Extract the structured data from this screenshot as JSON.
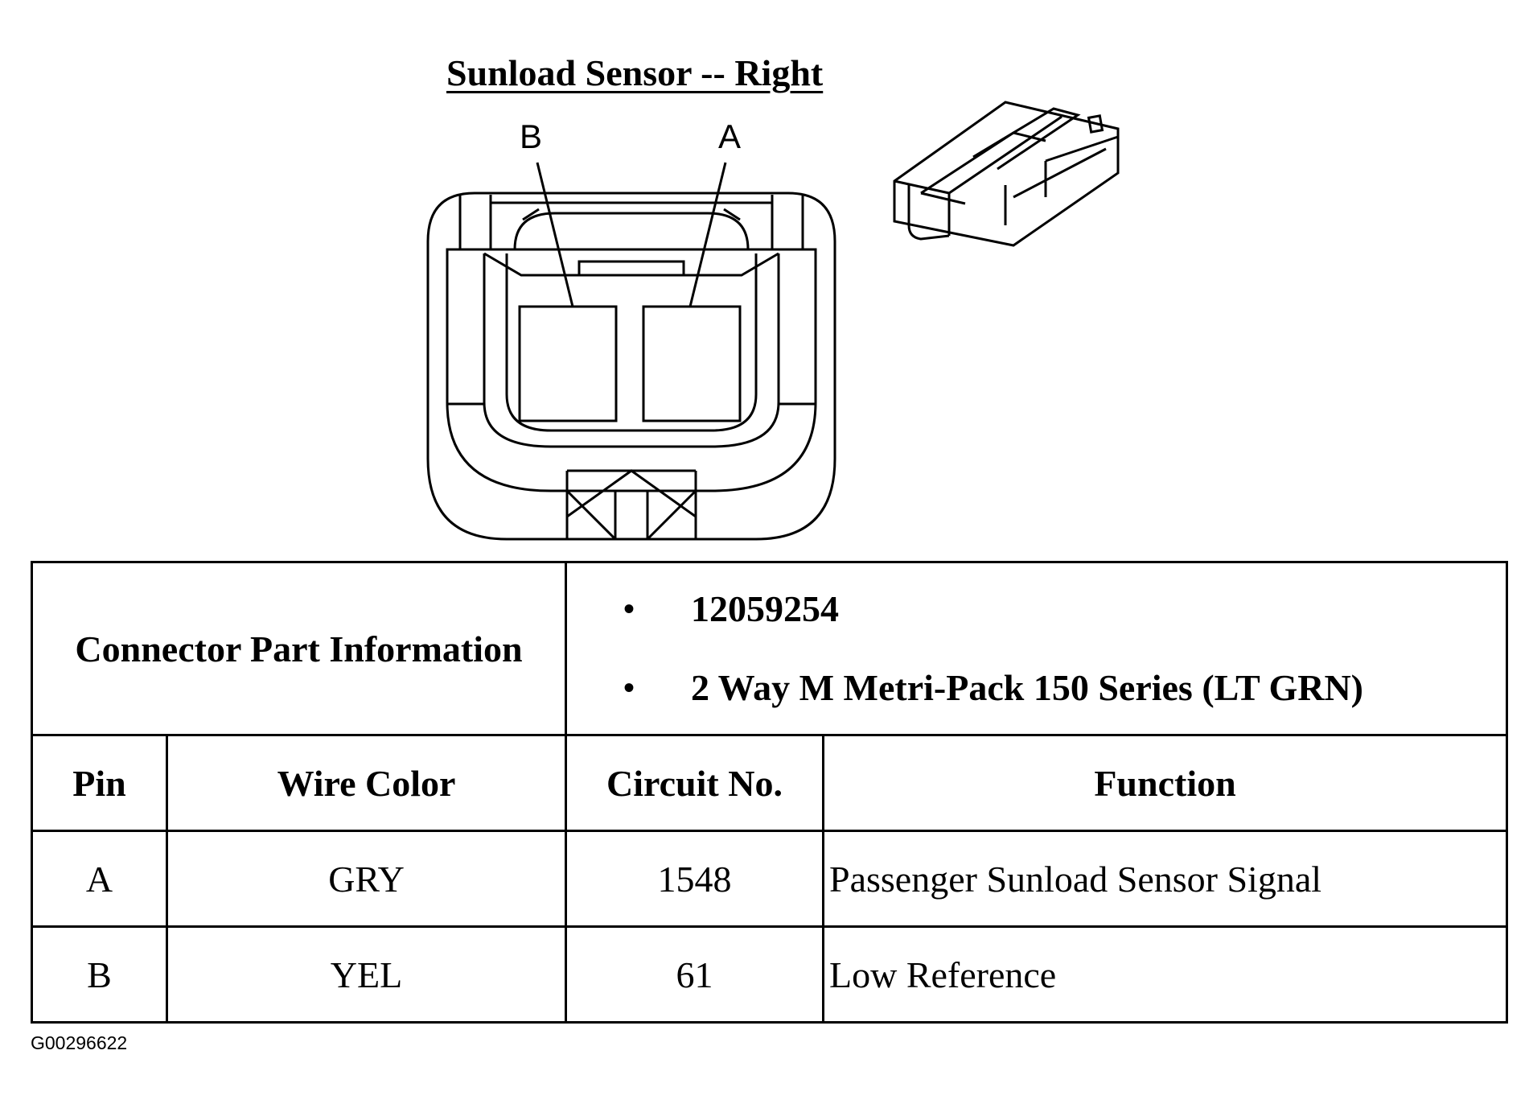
{
  "title": "Sunload Sensor -- Right",
  "connector_face": {
    "pin_labels": [
      "B",
      "A"
    ]
  },
  "part_info": {
    "label": "Connector Part Information",
    "items": [
      "12059254",
      "2 Way M Metri-Pack 150 Series (LT GRN)"
    ]
  },
  "table": {
    "headers": [
      "Pin",
      "Wire Color",
      "Circuit No.",
      "Function"
    ],
    "rows": [
      {
        "pin": "A",
        "wire_color": "GRY",
        "circuit": "1548",
        "function": "Passenger Sunload Sensor Signal"
      },
      {
        "pin": "B",
        "wire_color": "YEL",
        "circuit": "61",
        "function": "Low Reference"
      }
    ]
  },
  "figure_id": "G00296622"
}
